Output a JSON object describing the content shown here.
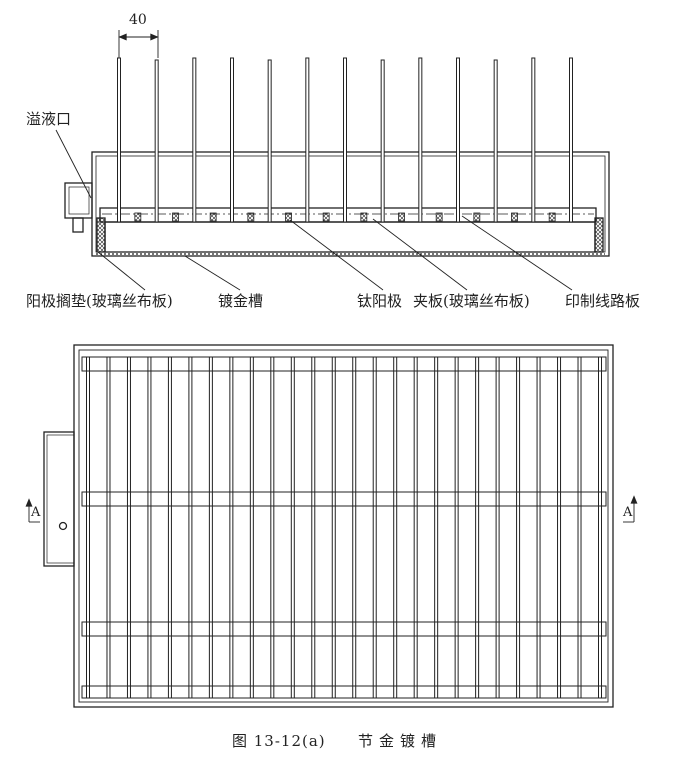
{
  "dimension": {
    "value": "40"
  },
  "section_view": {
    "labels": {
      "overflow": "溢液口",
      "anode_pad": "阳极搁垫(玻璃丝布板)",
      "tank": "镀金槽",
      "titanium_anode": "钛阳极",
      "clamp_plate": "夹板(玻璃丝布板)",
      "pcb": "印制线路板"
    },
    "rod_count": 13
  },
  "plan_view": {
    "section_mark_left": "A",
    "section_mark_right": "A",
    "vertical_bar_count": 26
  },
  "caption": {
    "figure_number": "图 13-12(a)",
    "title": "节金镀槽"
  }
}
